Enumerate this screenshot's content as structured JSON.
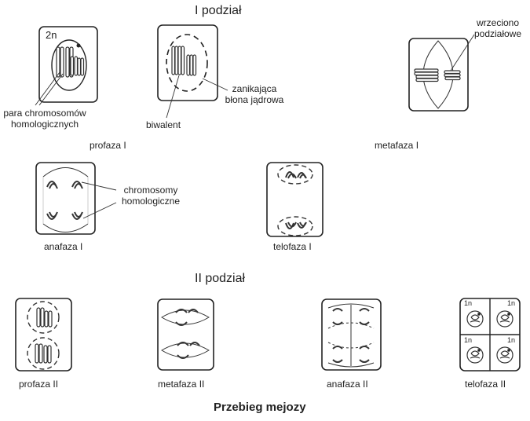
{
  "sections": {
    "first_division": "I podział",
    "second_division": "II podział"
  },
  "caption": "Przebieg mejozy",
  "labels": {
    "ploidy_2n": "2n",
    "ploidy_1n": "1n",
    "pair_line1": "para chromosomów",
    "pair_line2": "homologicznych",
    "bivalent": "biwalent",
    "envelope_line1": "zanikająca",
    "envelope_line2": "błona jądrowa",
    "spindle_line1": "wrzeciono",
    "spindle_line2": "podziałowe",
    "homologs_line1": "chromosomy",
    "homologs_line2": "homologiczne"
  },
  "stages": {
    "prophase1": "profaza I",
    "metaphase1": "metafaza I",
    "anaphase1": "anafaza I",
    "telophase1": "telofaza I",
    "prophase2": "profaza II",
    "metaphase2": "metafaza II",
    "anaphase2": "anafaza II",
    "telophase2": "telofaza II"
  }
}
